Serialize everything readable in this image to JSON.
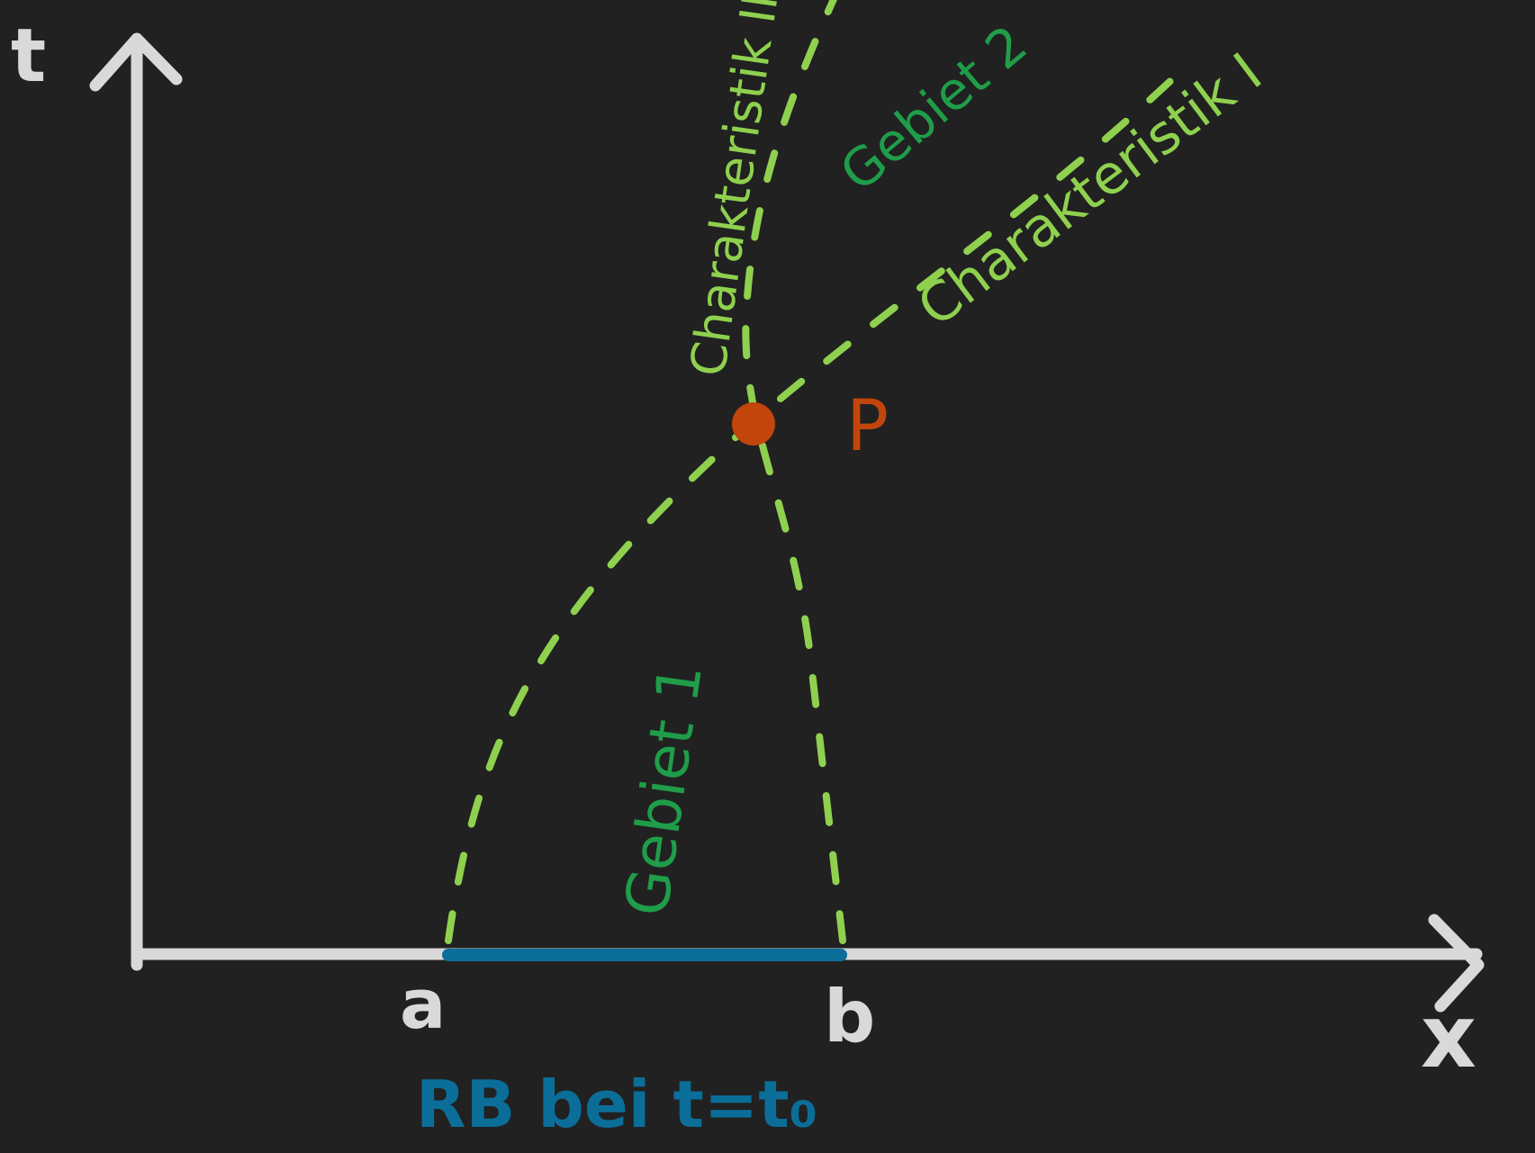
{
  "axes": {
    "t_label": "t",
    "x_label": "x",
    "a_label": "a",
    "b_label": "b"
  },
  "labels": {
    "characteristic_1": "Charakteristik I",
    "characteristic_2": "Charakteristik II",
    "region_1": "Gebiet 1",
    "region_2": "Gebiet 2",
    "point": "P",
    "boundary_condition": "RB bei t=t₀"
  },
  "colors": {
    "background": "#212121",
    "axis": "#d9d9d9",
    "characteristic": "#8fd14f",
    "region_label": "#1f9d49",
    "point": "#c2450b",
    "boundary": "#0b6e99"
  }
}
